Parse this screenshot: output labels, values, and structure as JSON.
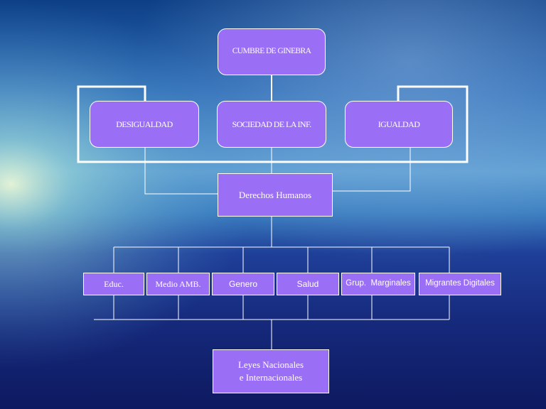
{
  "diagram": {
    "root": "CUMBRE DE GINEBRA",
    "pillars": {
      "left": "DESIGUALDAD",
      "center": "SOCIEDAD DE LA INF.",
      "right": "IGUALDAD"
    },
    "hub": "Derechos Humanos",
    "areas": [
      "Educ.",
      "Medio AMB.",
      "Genero",
      "Salud",
      "Grup.  Marginales",
      "Migrantes Digitales"
    ],
    "bottom": {
      "line1": "Leyes Nacionales",
      "line2": "e Internacionales"
    }
  },
  "colors": {
    "box_fill": "#9b6ff5",
    "box_border": "#ffffff",
    "connector": "#ffffff"
  }
}
